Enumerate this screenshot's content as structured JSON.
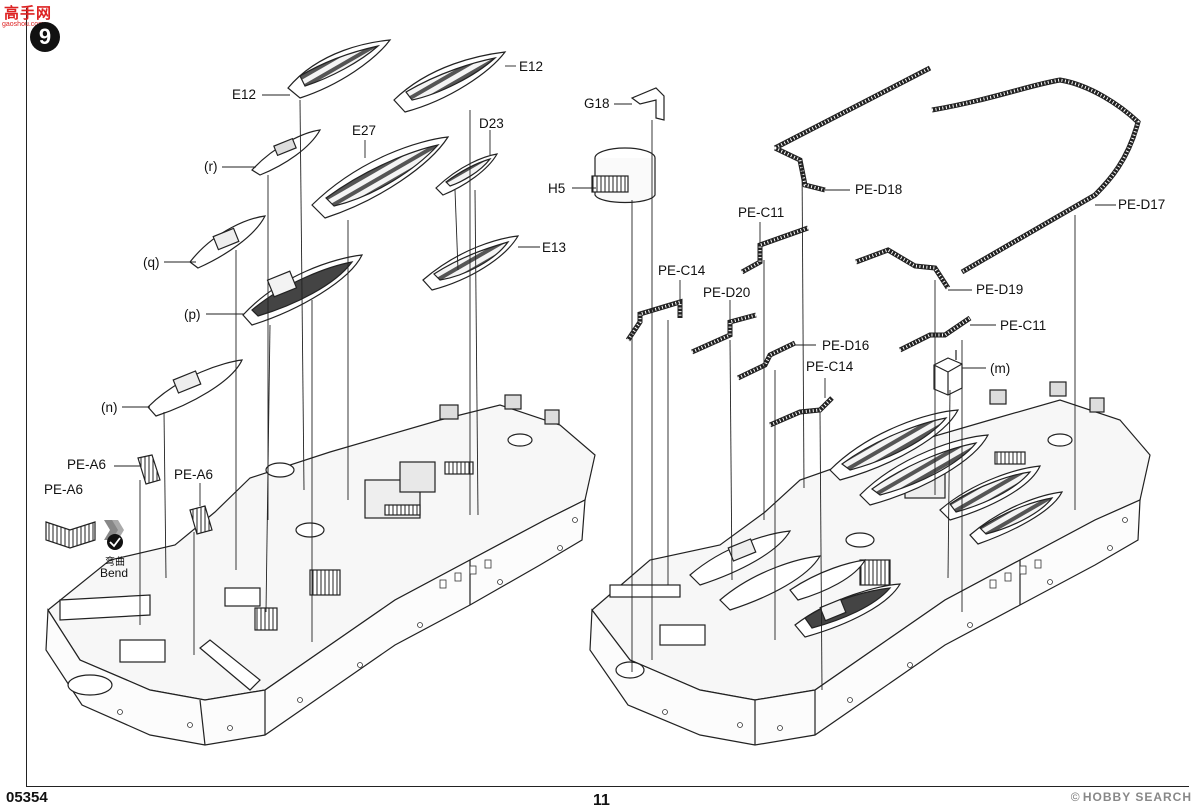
{
  "logo": {
    "brand": "高手网",
    "url": "gaoshou.com"
  },
  "step_number": "9",
  "left_labels": [
    {
      "id": "e12-left",
      "text": "E12"
    },
    {
      "id": "e12-right",
      "text": "E12"
    },
    {
      "id": "e27",
      "text": "E27"
    },
    {
      "id": "d23",
      "text": "D23"
    },
    {
      "id": "r",
      "text": "(r)"
    },
    {
      "id": "e13",
      "text": "E13"
    },
    {
      "id": "q",
      "text": "(q)"
    },
    {
      "id": "p",
      "text": "(p)"
    },
    {
      "id": "n",
      "text": "(n)"
    },
    {
      "id": "pe-a6-a",
      "text": "PE-A6"
    },
    {
      "id": "pe-a6-b",
      "text": "PE-A6"
    },
    {
      "id": "pe-a6-c",
      "text": "PE-A6"
    }
  ],
  "right_labels": [
    {
      "id": "g18",
      "text": "G18"
    },
    {
      "id": "h5",
      "text": "H5"
    },
    {
      "id": "pe-d18",
      "text": "PE-D18"
    },
    {
      "id": "pe-d17",
      "text": "PE-D17"
    },
    {
      "id": "pe-c11-a",
      "text": "PE-C11"
    },
    {
      "id": "pe-c14-a",
      "text": "PE-C14"
    },
    {
      "id": "pe-d20",
      "text": "PE-D20"
    },
    {
      "id": "pe-d19",
      "text": "PE-D19"
    },
    {
      "id": "pe-c11-b",
      "text": "PE-C11"
    },
    {
      "id": "pe-d16",
      "text": "PE-D16"
    },
    {
      "id": "pe-c14-b",
      "text": "PE-C14"
    },
    {
      "id": "m",
      "text": "(m)"
    }
  ],
  "bend": {
    "zh": "弯曲",
    "en": "Bend"
  },
  "footer": {
    "code": "05354",
    "page": "11",
    "watermark_logo": "HOBBY SEARCH",
    "watermark_copy": "©"
  }
}
